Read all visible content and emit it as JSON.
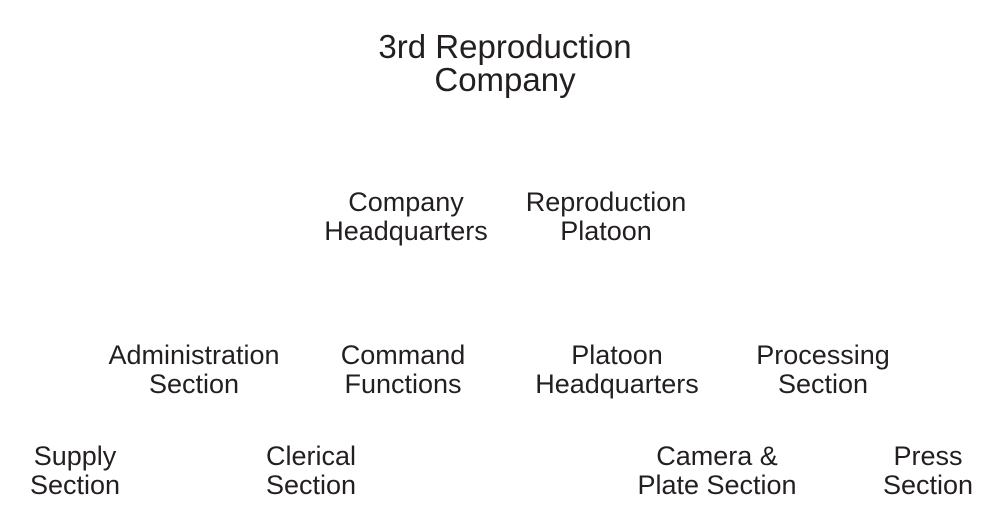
{
  "colors": {
    "text": "#231f20",
    "background": "#ffffff"
  },
  "org_chart": {
    "title": "3rd Reproduction\nCompany",
    "levels": [
      {
        "name": "platoon-level",
        "nodes": [
          {
            "id": "company-headquarters",
            "label": "Company\nHeadquarters"
          },
          {
            "id": "reproduction-platoon",
            "label": "Reproduction\nPlatoon"
          }
        ]
      },
      {
        "name": "section-level",
        "nodes": [
          {
            "id": "administration-section",
            "label": "Administration\nSection"
          },
          {
            "id": "command-functions",
            "label": "Command\nFunctions"
          },
          {
            "id": "platoon-headquarters",
            "label": "Platoon\nHeadquarters"
          },
          {
            "id": "processing-section",
            "label": "Processing\nSection"
          }
        ]
      },
      {
        "name": "sub-section-level",
        "nodes": [
          {
            "id": "supply-section",
            "label": "Supply\nSection"
          },
          {
            "id": "clerical-section",
            "label": "Clerical\nSection"
          },
          {
            "id": "camera-plate-section",
            "label": "Camera &\nPlate Section"
          },
          {
            "id": "press-section",
            "label": "Press\nSection"
          }
        ]
      }
    ]
  }
}
